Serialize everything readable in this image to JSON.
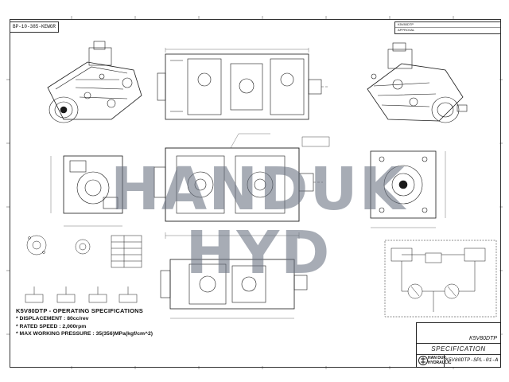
{
  "drawing": {
    "reference_tab": "BP-10-385-KEWGR",
    "watermark": "HANDUK HYD",
    "revision_rows": [
      "K5V80DTP",
      "APPROVAL"
    ]
  },
  "specifications": {
    "title": "K5V80DTP - OPERATING SPECIFICATIONS",
    "lines": [
      "* DISPLACEMENT : 80cc/rev",
      "* RATED SPEED : 2,000rpm",
      "* MAX WORKING PRESSURE : 35(356)MPa(kgf/cm^2)"
    ]
  },
  "title_block": {
    "model": "K5V80DTP",
    "document_type": "SPECIFICATION",
    "drawing_number": "K5V80DTP-SPL-01-A",
    "logo_line1": "HAN DUK",
    "logo_line2": "HYDRAULIC"
  },
  "views": [
    "isometric-front-view",
    "top-view",
    "isometric-rear-view",
    "left-side-view",
    "front-elevation-view",
    "right-side-view",
    "bottom-view",
    "hydraulic-circuit-diagram"
  ],
  "accent_colors": {
    "line": "#1a1a1a",
    "watermark": "#687080"
  }
}
